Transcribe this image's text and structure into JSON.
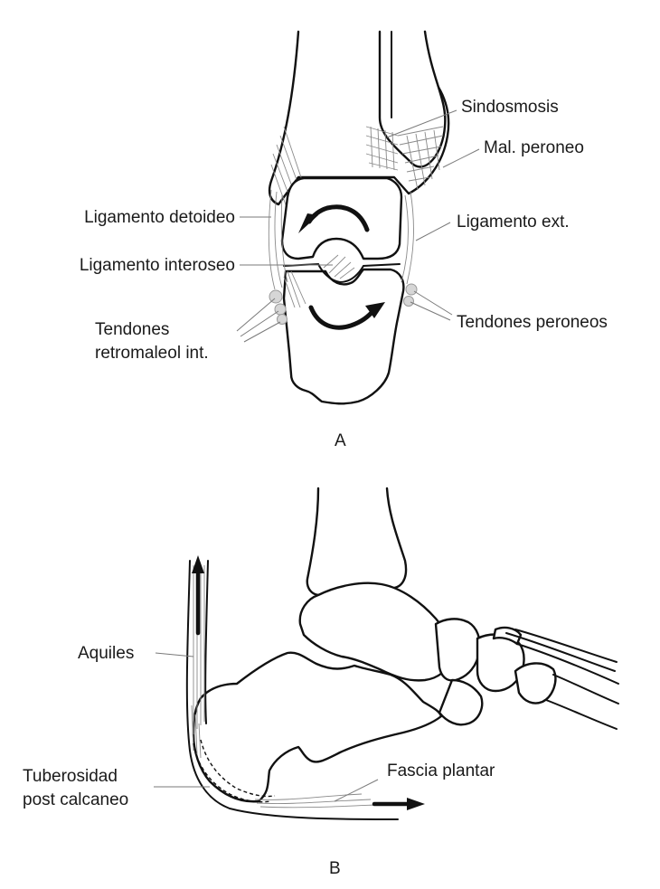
{
  "panel_a": {
    "letter": "A",
    "labels": {
      "sindesmosis": "Sindosmosis",
      "mal_peroneo": "Mal. peroneo",
      "ligamento_deltoideo": "Ligamento detoideo",
      "ligamento_ext": "Ligamento ext.",
      "ligamento_interoseo": "Ligamento interoseo",
      "tendones_retro_line1": "Tendones",
      "tendones_retro_line2": "retromaleol int.",
      "tendones_peroneos": "Tendones peroneos"
    }
  },
  "panel_b": {
    "letter": "B",
    "labels": {
      "aquiles": "Aquiles",
      "tuberosidad_line1": "Tuberosidad",
      "tuberosidad_line2": "post calcaneo",
      "fascia_plantar": "Fascia plantar"
    }
  },
  "colors": {
    "line": "#111111",
    "ligament": "#8a8a8a",
    "tendon_fill": "#d6d6d6",
    "background": "#ffffff"
  }
}
